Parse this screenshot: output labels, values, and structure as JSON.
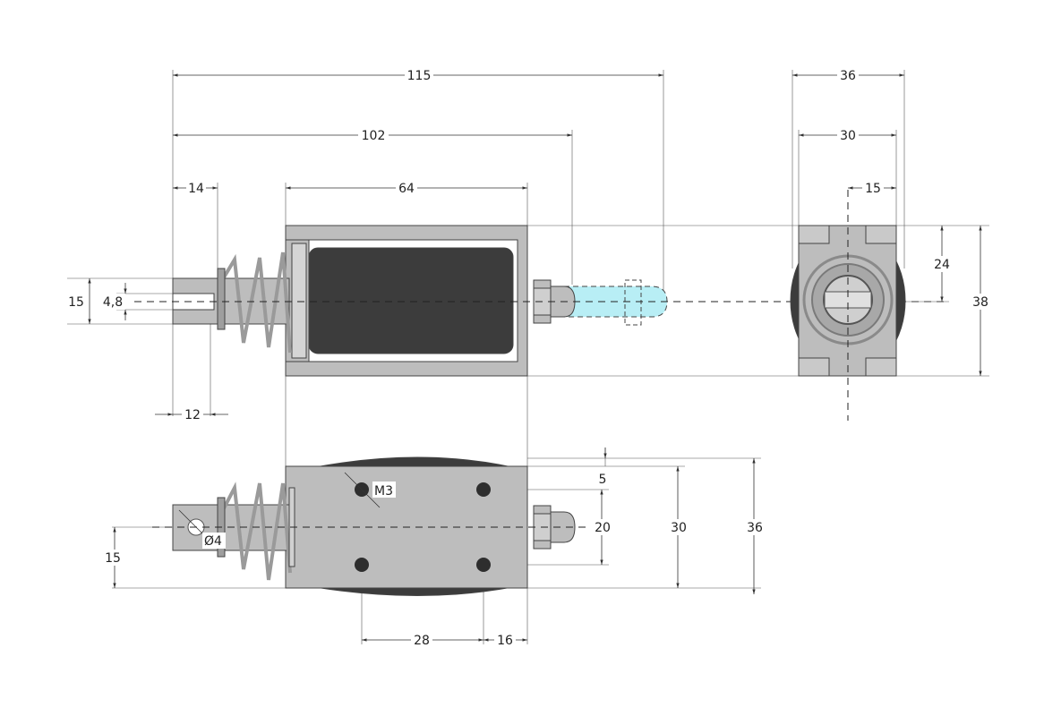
{
  "drawing": {
    "colors": {
      "metal": "#bdbdbd",
      "metal_dark": "#9e9e9e",
      "coil": "#3c3c3c",
      "plunger_ghost": "#b8eef5",
      "outline": "#444444",
      "background": "#ffffff"
    },
    "side_view": {
      "dims": {
        "overall_length": "115",
        "retracted_length": "102",
        "shaft_length": "14",
        "frame_length": "64",
        "shaft_height": "15",
        "slot_width": "4,8",
        "spring_offset": "12"
      }
    },
    "end_view": {
      "dims": {
        "width_outer": "36",
        "width_frame": "30",
        "half_width": "15",
        "hole_spacing": "24",
        "height": "38"
      }
    },
    "top_view": {
      "labels": {
        "thread": "M3",
        "pin_hole": "Ø4"
      },
      "dims": {
        "edge_offset": "5",
        "hole_row_spacing": "20",
        "frame_width": "30",
        "coil_width": "36",
        "shaft_offset": "15",
        "hole_pitch": "28",
        "hole_end_offset": "16"
      }
    }
  }
}
